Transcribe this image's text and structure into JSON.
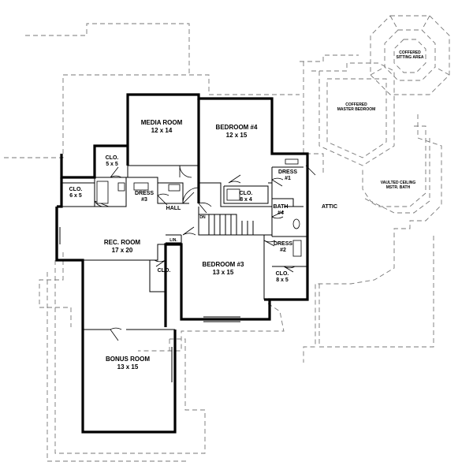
{
  "rooms": {
    "media_room": {
      "name": "MEDIA ROOM",
      "size": "12 x 14"
    },
    "bedroom_4": {
      "name": "BEDROOM #4",
      "size": "12 x 15"
    },
    "clo_5x5": {
      "name": "CLO.",
      "size": "5 x 5"
    },
    "clo_6x5": {
      "name": "CLO.",
      "size": "6 x 5"
    },
    "dress_3": {
      "name": "DRESS",
      "num": "#3"
    },
    "hall": {
      "name": "HALL"
    },
    "dress_1": {
      "name": "DRESS",
      "num": "#1"
    },
    "clo_8x4": {
      "name": "CLO.",
      "size": "8 x 4"
    },
    "bath_4": {
      "name": "BATH",
      "num": "#4"
    },
    "attic": {
      "name": "ATTIC"
    },
    "rec_room": {
      "name": "REC. ROOM",
      "size": "17 x 20"
    },
    "lin": {
      "name": "LIN."
    },
    "dress_2": {
      "name": "DRESS",
      "num": "#2"
    },
    "clo_small": {
      "name": "CLO."
    },
    "bedroom_3": {
      "name": "BEDROOM #3",
      "size": "13 x 15"
    },
    "clo_8x5": {
      "name": "CLO.",
      "size": "8 x 5"
    },
    "bonus_room": {
      "name": "BONUS ROOM",
      "size": "13 x 15"
    },
    "dn": {
      "name": "DN"
    },
    "coffered_sitting": {
      "line1": "COFFERED",
      "line2": "SITTING AREA"
    },
    "coffered_master": {
      "line1": "COFFERED",
      "line2": "MASTER BEDROOM"
    },
    "vaulted_bath": {
      "line1": "VAULTED CEILING",
      "line2": "MSTR. BATH"
    }
  }
}
